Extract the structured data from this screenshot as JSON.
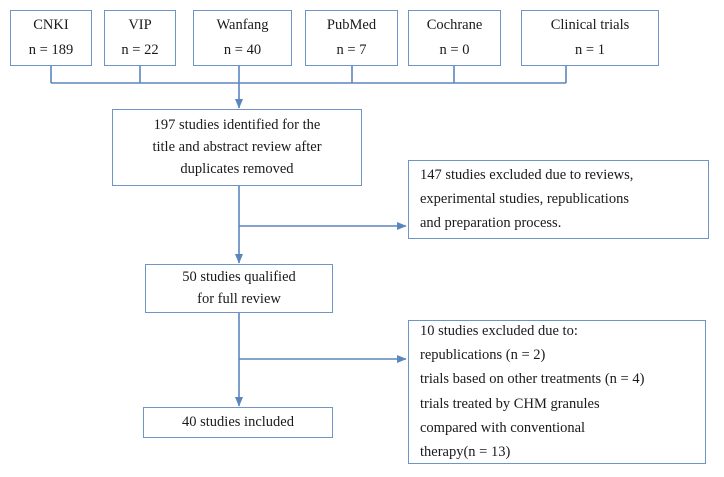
{
  "figure": {
    "type": "prisma-flow-diagram",
    "colors": {
      "connector": "#5b86bd",
      "box_border": "#6f95c4",
      "text": "#1a1a1a",
      "background": "#ffffff"
    }
  },
  "sources": [
    {
      "name": "CNKI",
      "count": "n = 189"
    },
    {
      "name": "VIP",
      "count": "n = 22"
    },
    {
      "name": "Wanfang",
      "count": "n = 40"
    },
    {
      "name": "PubMed",
      "count": "n = 7"
    },
    {
      "name": "Cochrane",
      "count": "n = 0"
    },
    {
      "name": "Clinical trials",
      "count": "n = 1"
    }
  ],
  "flow": {
    "identified": {
      "line1": "197 studies identified for the",
      "line2": "title and abstract review after",
      "line3": "duplicates removed"
    },
    "qualified": {
      "line1": "50 studies qualified",
      "line2": "for full review"
    },
    "included": {
      "line1": "40 studies included"
    }
  },
  "exclusions": {
    "first": {
      "line1": "147 studies excluded due to reviews,",
      "line2": "experimental studies, republications",
      "line3": "and preparation process."
    },
    "second": {
      "line1": "10 studies excluded due to:",
      "line2": "republications (n = 2)",
      "line3": "trials based on other treatments (n = 4)",
      "line4": "trials treated by CHM granules",
      "line5": "compared with conventional",
      "line6": "therapy(n = 13)"
    }
  }
}
